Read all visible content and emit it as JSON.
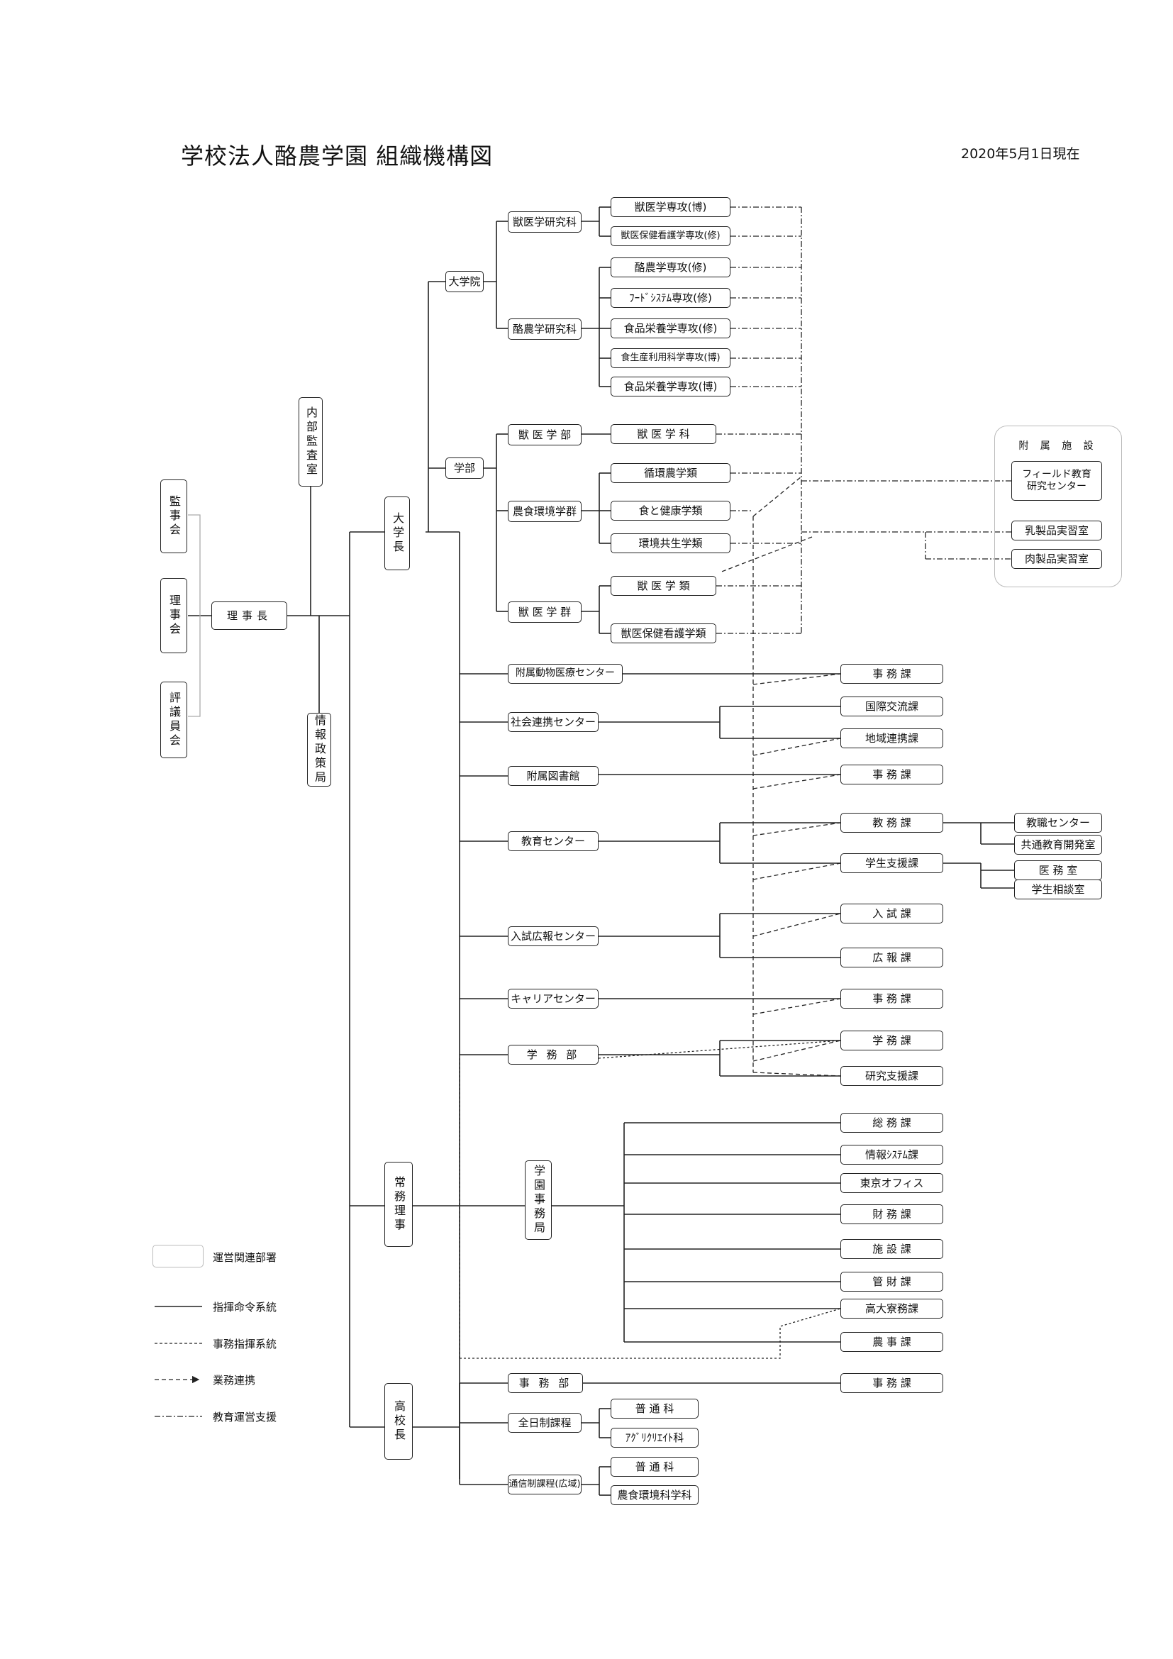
{
  "title": "学校法人酪農学園  組織機構図",
  "date": "2020年5月1日現在",
  "board": {
    "audit": "監事会",
    "directors": "理事会",
    "council": "評議員会",
    "chairman": "理事長",
    "internal_audit": "内部監査室",
    "info_policy": "情報政策局"
  },
  "univ": {
    "president": "大学長",
    "grad": "大学院",
    "vet_grad": "獣医学研究科",
    "vet_grad_majors": [
      "獣医学専攻(博)",
      "獣医保健看護学専攻(修)"
    ],
    "dairy_grad": "酪農学研究科",
    "dairy_grad_majors": [
      "酪農学専攻(修)",
      "ﾌｰﾄﾞｼｽﾃﾑ専攻(修)",
      "食品栄養学専攻(修)",
      "食生産利用科学専攻(博)",
      "食品栄養学専攻(博)"
    ],
    "faculty": "学部",
    "vet_faculty": "獣 医 学 部",
    "vet_dept": "獣 医 学 科",
    "agri_env": "農食環境学群",
    "agri_env_depts": [
      "循環農学類",
      "食と健康学類",
      "環境共生学類"
    ],
    "vet_group": "獣 医 学 群",
    "vet_group_depts": [
      "獣 医 学 類",
      "獣医保健看護学類"
    ]
  },
  "facilities": {
    "title": "附 属 施 設",
    "items": [
      "フィールド教育研究センター",
      "乳製品実習室",
      "肉製品実習室"
    ]
  },
  "centers": [
    {
      "name": "附属動物医療センター",
      "children": [
        "事 務 課"
      ]
    },
    {
      "name": "社会連携センター",
      "children": [
        "国際交流課",
        "地域連携課"
      ]
    },
    {
      "name": "附属図書館",
      "children": [
        "事 務 課"
      ]
    },
    {
      "name": "教育センター",
      "children": [
        "教 務 課",
        "学生支援課"
      ]
    },
    {
      "name": "入試広報センター",
      "children": [
        "入 試 課",
        "広 報 課"
      ]
    },
    {
      "name": "キャリアセンター",
      "children": [
        "事 務 課"
      ]
    },
    {
      "name": "学 務 部",
      "children": [
        "学 務 課",
        "研究支援課"
      ]
    }
  ],
  "edu_sub": [
    "教職センター",
    "共通教育開発室"
  ],
  "student_sub": [
    "医 務 室",
    "学生相談室"
  ],
  "executive": {
    "director": "常務理事",
    "office": "学園事務局",
    "sections": [
      "総 務 課",
      "情報ｼｽﾃﾑ課",
      "東京オフィス",
      "財 務 課",
      "施 設 課",
      "管 財 課",
      "高大寮務課",
      "農 事 課"
    ]
  },
  "high_school": {
    "principal": "高校長",
    "office": "事 務 部",
    "office_child": "事 務 課",
    "fulltime": "全日制課程",
    "fulltime_depts": [
      "普 通 科",
      "ｱｸﾞﾘｸﾘｴｲﾄ科"
    ],
    "corresp": "通信制課程(広域)",
    "corresp_depts": [
      "普 通 科",
      "農食環境科学科"
    ]
  },
  "legend": {
    "related": "運営関連部署",
    "command": "指揮命令系統",
    "office_command": "事務指揮系統",
    "cooperation": "業務連携",
    "support": "教育運営支援"
  }
}
